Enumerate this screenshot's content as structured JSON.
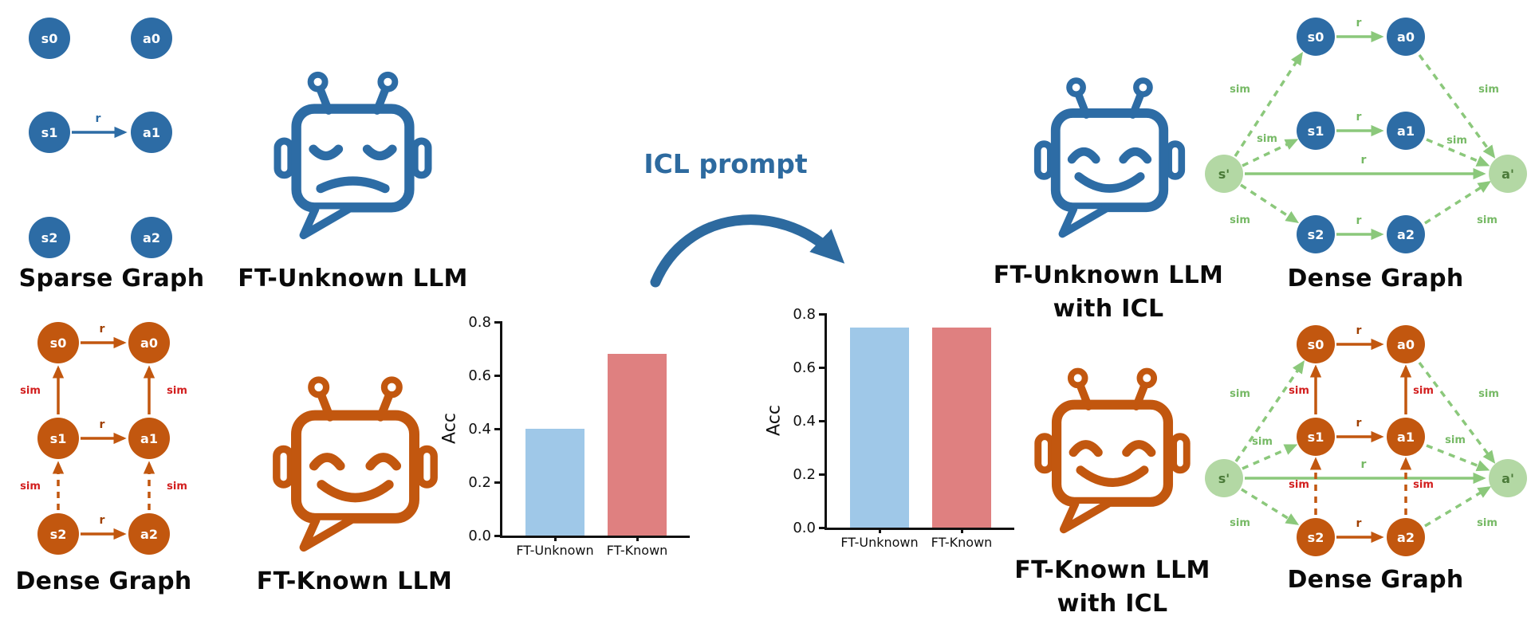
{
  "captions": {
    "sparse_graph": "Sparse Graph",
    "dense_graph": "Dense Graph",
    "ft_unknown_llm": "FT-Unknown LLM",
    "ft_known_llm": "FT-Known LLM",
    "with_icl": "with ICL",
    "icl_prompt": "ICL prompt"
  },
  "node_labels": {
    "s0": "s0",
    "a0": "a0",
    "s1": "s1",
    "a1": "a1",
    "s2": "s2",
    "a2": "a2",
    "s_prime": "s'",
    "a_prime": "a'"
  },
  "edge_labels": {
    "r": "r",
    "sim": "sim"
  },
  "colors": {
    "robot_blue": "#2d6ca5",
    "robot_orange": "#c2570f",
    "node_blue": "#2d6ca5",
    "node_orange": "#c2570f",
    "node_green_fill": "#b3d8a4",
    "node_green_text": "#4a7a38",
    "edge_green": "#8bc87b",
    "label_green": "#76b965",
    "sim_red": "#d21e1e",
    "r_brown": "#a04000",
    "icl_arrow_blue": "#2d6a9f"
  },
  "chart_data": [
    {
      "type": "bar",
      "title": "",
      "categories": [
        "FT-Unknown",
        "FT-Known"
      ],
      "values": [
        0.4,
        0.68
      ],
      "xlabel": "",
      "ylabel": "Acc",
      "ylim": [
        0,
        0.8
      ],
      "yticks": [
        0,
        0.2,
        0.4,
        0.6,
        0.8
      ],
      "bar_colors": [
        "#9fc8e8",
        "#df8080"
      ],
      "grid": false,
      "legend": "none"
    },
    {
      "type": "bar",
      "title": "",
      "categories": [
        "FT-Unknown",
        "FT-Known"
      ],
      "values": [
        0.75,
        0.75
      ],
      "xlabel": "",
      "ylabel": "Acc",
      "ylim": [
        0,
        0.8
      ],
      "yticks": [
        0,
        0.2,
        0.4,
        0.6,
        0.8
      ],
      "bar_colors": [
        "#9fc8e8",
        "#df8080"
      ],
      "grid": false,
      "legend": "none"
    }
  ]
}
